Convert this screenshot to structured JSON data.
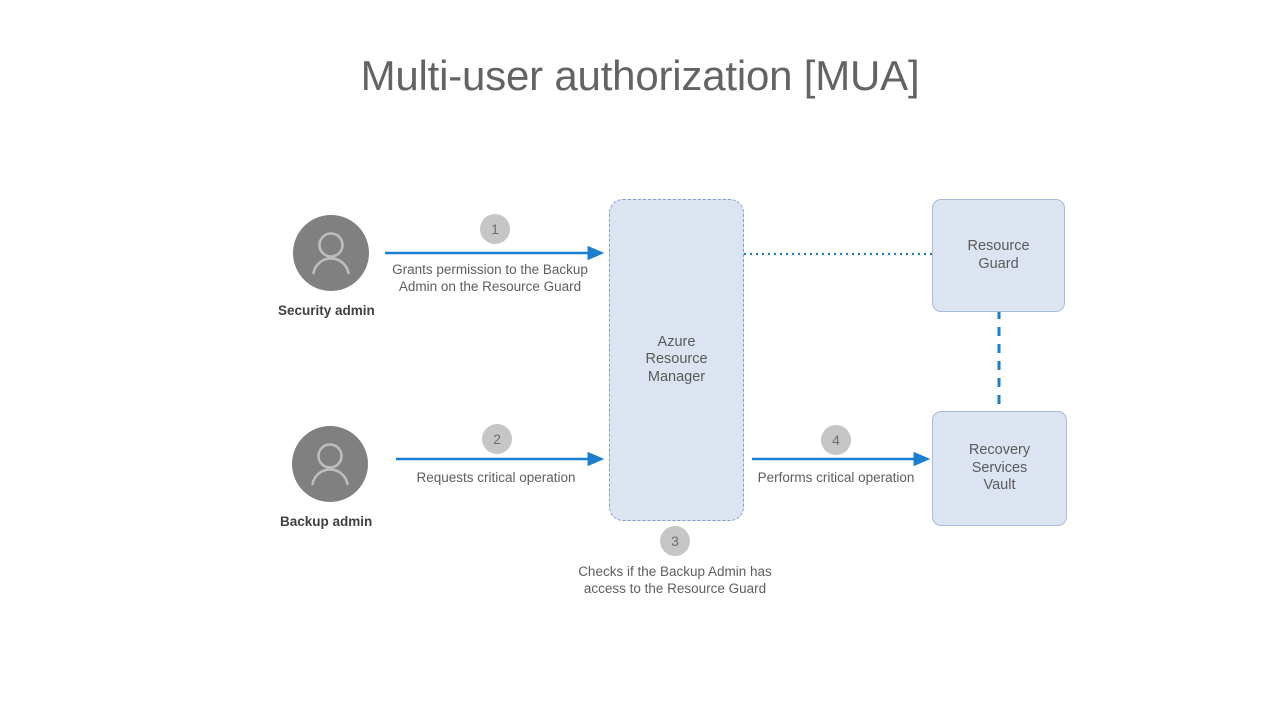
{
  "title": "Multi-user authorization [MUA]",
  "colors": {
    "arrow_blue": "#1a7fd0",
    "box_fill": "#dde4f1",
    "box_border": "#a8bcdd",
    "dashed_border": "#7f9ed0",
    "avatar_gray": "#808080",
    "badge_gray": "#c6c6c6",
    "text_gray": "#5e5e5e",
    "title_gray": "#636363"
  },
  "actors": [
    {
      "id": "security-admin",
      "label": "Security admin",
      "icon": "person-avatar-icon"
    },
    {
      "id": "backup-admin",
      "label": "Backup admin",
      "icon": "person-avatar-icon"
    }
  ],
  "nodes": [
    {
      "id": "azure-resource-manager",
      "label": "Azure\nResource\nManager",
      "style": "dashed"
    },
    {
      "id": "resource-guard",
      "label": "Resource\nGuard",
      "style": "solid"
    },
    {
      "id": "recovery-services-vault",
      "label": "Recovery\nServices\nVault",
      "style": "solid"
    }
  ],
  "steps": [
    {
      "number": "1",
      "label": "Grants permission to the Backup\nAdmin on the Resource Guard",
      "from": "security-admin",
      "to": "azure-resource-manager"
    },
    {
      "number": "2",
      "label": "Requests critical operation",
      "from": "backup-admin",
      "to": "azure-resource-manager"
    },
    {
      "number": "3",
      "label": "Checks if the Backup Admin has\naccess to the Resource Guard",
      "from": "azure-resource-manager",
      "to": "resource-guard"
    },
    {
      "number": "4",
      "label": "Performs critical operation",
      "from": "azure-resource-manager",
      "to": "recovery-services-vault"
    }
  ],
  "connectors": [
    {
      "id": "arm-to-resource-guard",
      "style": "dotted",
      "orientation": "horizontal"
    },
    {
      "id": "resource-guard-to-vault",
      "style": "dashed",
      "orientation": "vertical"
    }
  ]
}
